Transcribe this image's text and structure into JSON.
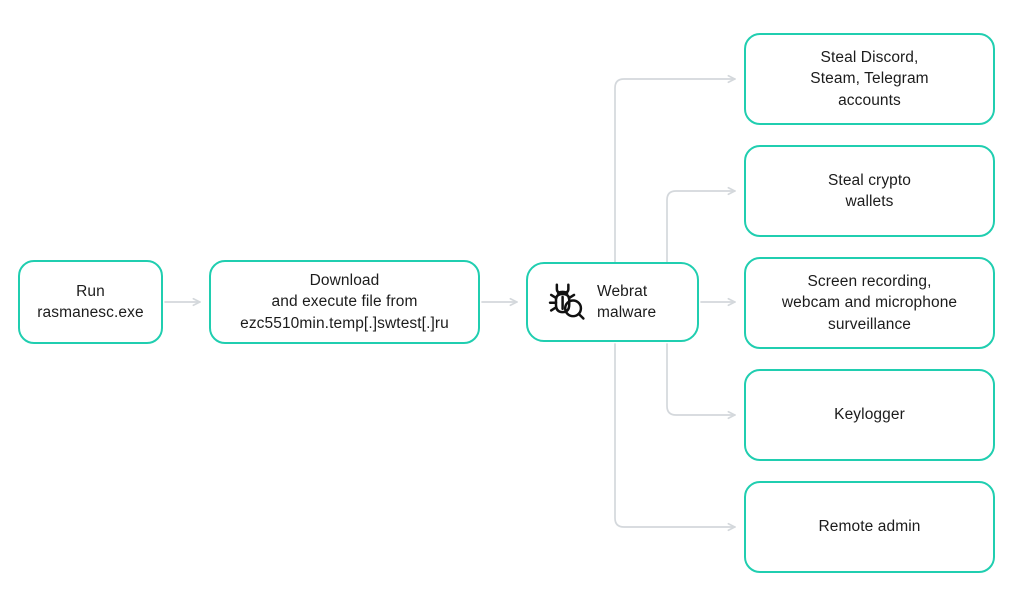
{
  "diagram": {
    "title": "Webrat malware infection chain",
    "colors": {
      "node_border": "#20ceb0",
      "connector": "#d4d8dc",
      "text": "#1c1c1c",
      "background": "#ffffff"
    },
    "chain": [
      {
        "id": "run",
        "label": "Run\nrasmanesc.exe"
      },
      {
        "id": "download",
        "label": "Download\nand execute file from\nezc5510min.temp[.]swtest[.]ru"
      },
      {
        "id": "webrat",
        "label": "Webrat\nmalware",
        "icon": "bug-magnifier-icon"
      }
    ],
    "capabilities": [
      {
        "id": "accounts",
        "label": "Steal Discord,\nSteam, Telegram\naccounts"
      },
      {
        "id": "wallets",
        "label": "Steal crypto\nwallets"
      },
      {
        "id": "surveillance",
        "label": "Screen recording,\nwebcam and microphone\nsurveillance"
      },
      {
        "id": "keylogger",
        "label": "Keylogger"
      },
      {
        "id": "remote",
        "label": "Remote admin"
      }
    ],
    "connectors": [
      {
        "id": "run-to-download",
        "from": "run",
        "to": "download",
        "style": "straight-arrow"
      },
      {
        "id": "download-to-webrat",
        "from": "download",
        "to": "webrat",
        "style": "straight-arrow"
      },
      {
        "id": "webrat-to-accounts",
        "from": "webrat",
        "to": "accounts",
        "style": "elbow-up-arrow"
      },
      {
        "id": "webrat-to-wallets",
        "from": "webrat",
        "to": "wallets",
        "style": "elbow-up-arrow"
      },
      {
        "id": "webrat-to-surveillance",
        "from": "webrat",
        "to": "surveillance",
        "style": "straight-arrow"
      },
      {
        "id": "webrat-to-keylogger",
        "from": "webrat",
        "to": "keylogger",
        "style": "elbow-down-arrow"
      },
      {
        "id": "webrat-to-remote",
        "from": "webrat",
        "to": "remote",
        "style": "elbow-down-arrow"
      }
    ]
  }
}
